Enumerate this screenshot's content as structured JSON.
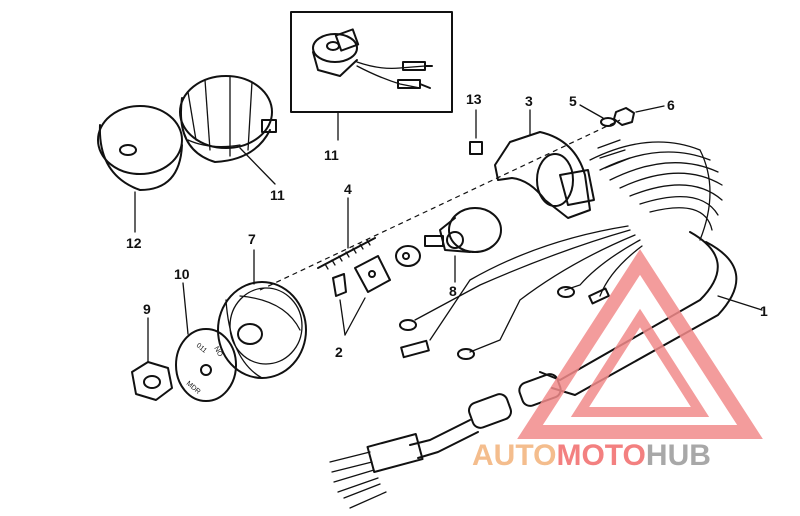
{
  "diagram": {
    "callouts": [
      {
        "id": "c1",
        "label": "1"
      },
      {
        "id": "c2",
        "label": "2"
      },
      {
        "id": "c3",
        "label": "3"
      },
      {
        "id": "c4",
        "label": "4"
      },
      {
        "id": "c5",
        "label": "5"
      },
      {
        "id": "c6",
        "label": "6"
      },
      {
        "id": "c7",
        "label": "7"
      },
      {
        "id": "c8",
        "label": "8"
      },
      {
        "id": "c9",
        "label": "9"
      },
      {
        "id": "c10",
        "label": "10"
      },
      {
        "id": "c11a",
        "label": "11"
      },
      {
        "id": "c11b",
        "label": "11"
      },
      {
        "id": "c12",
        "label": "12"
      },
      {
        "id": "c13",
        "label": "13"
      }
    ]
  },
  "watermark": {
    "part1": "AUTO",
    "part2": "MOTO",
    "part3": "HUB",
    "color_part1": "#f3b27a",
    "color_part2": "#f26a6a",
    "color_part3": "#9a9a9a",
    "triangle_color": "#f28b8b"
  }
}
